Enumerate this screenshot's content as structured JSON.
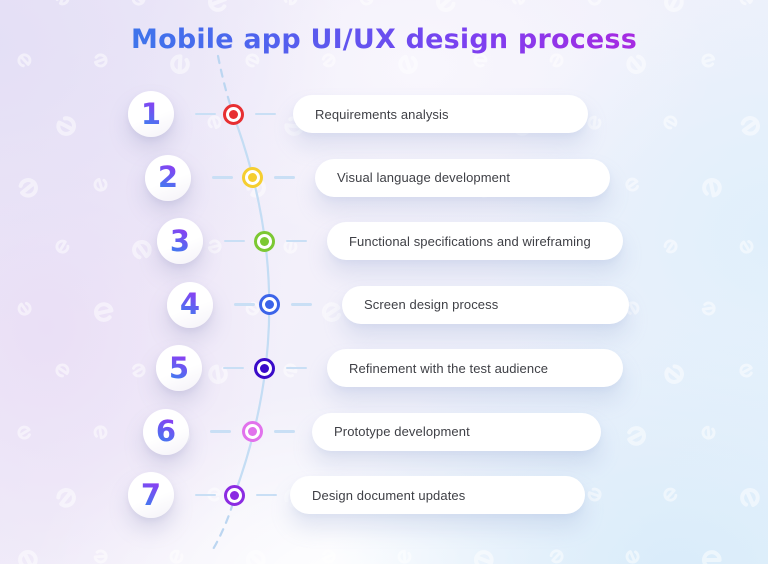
{
  "title": "Mobile app UI/UX design process",
  "steps": [
    {
      "number": "1",
      "label": "Requirements analysis",
      "dot_color": "#e72f32"
    },
    {
      "number": "2",
      "label": "Visual language development",
      "dot_color": "#f5ce31"
    },
    {
      "number": "3",
      "label": "Functional specifications and wireframing",
      "dot_color": "#7cc833"
    },
    {
      "number": "4",
      "label": "Screen design process",
      "dot_color": "#3c64e9"
    },
    {
      "number": "5",
      "label": "Refinement with the test audience",
      "dot_color": "#3a0bc9"
    },
    {
      "number": "6",
      "label": "Prototype development",
      "dot_color": "#e172ec"
    },
    {
      "number": "7",
      "label": "Design document updates",
      "dot_color": "#8b2be2"
    }
  ],
  "colors": {
    "title_gradient_start": "#2e86e8",
    "title_gradient_end": "#b823de",
    "number_gradient_start": "#3e7df0",
    "number_gradient_end": "#8a3ff2",
    "curve_line": "#c4ddf4",
    "pill_text": "#3f4046",
    "pill_background": "#ffffff",
    "watermark": "#ffffff"
  },
  "icons": {
    "watermark": "e-logo-icon"
  }
}
